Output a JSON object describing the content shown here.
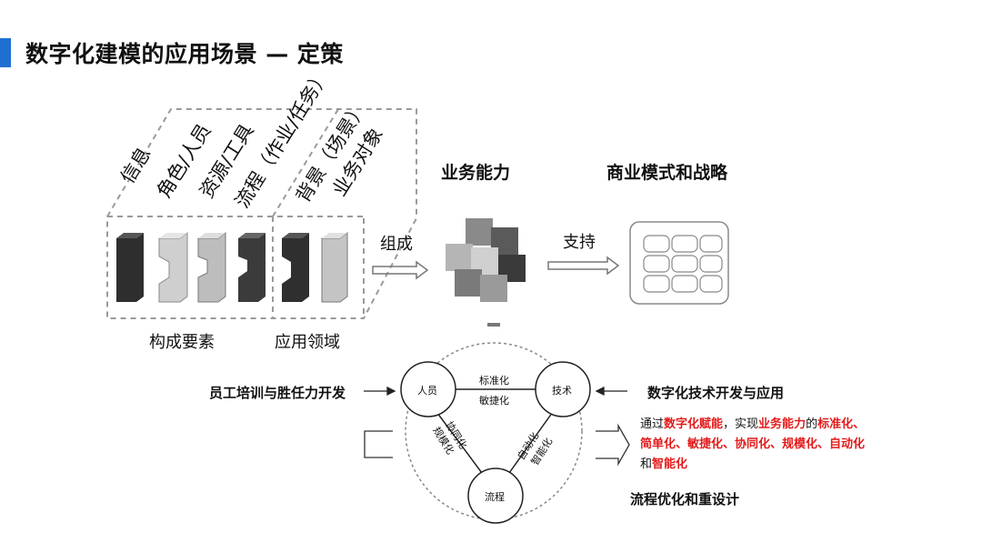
{
  "title": "数字化建模的应用场景 — 定策",
  "elements_labels": [
    "信息",
    "角色/人员",
    "资源/工具",
    "流程（作业/任务）",
    "背景（场景）",
    "业务对象"
  ],
  "group_labels": {
    "elements": "构成要素",
    "domain": "应用领域"
  },
  "headings": {
    "capability": "业务能力",
    "strategy": "商业模式和战略"
  },
  "arrows": {
    "compose": "组成",
    "support": "支持"
  },
  "triangle": {
    "people": "人员",
    "tech": "技术",
    "process": "流程",
    "edge_top_1": "标准化",
    "edge_top_2": "敏捷化",
    "edge_left_1": "协同化",
    "edge_left_2": "规模化",
    "edge_right_1": "自动化",
    "edge_right_2": "智能化"
  },
  "left_label": "员工培训与胜任力开发",
  "right_label": "数字化技术开发与应用",
  "description": {
    "p1": "通过",
    "p2": "数字化赋能",
    "p3": "，实现",
    "p4": "业务能力",
    "p5": "的",
    "p6": "标准化、",
    "p7": "简单化、敏捷化、协同化、规模化、自动化",
    "p8": "和",
    "p9": "智能化"
  },
  "bottom_label": "流程优化和重设计",
  "colors": {
    "accent": "#1f6fd1",
    "red": "#e31b1b",
    "dark_block": "#3a3a3a",
    "light_block": "#c8c8c8"
  }
}
